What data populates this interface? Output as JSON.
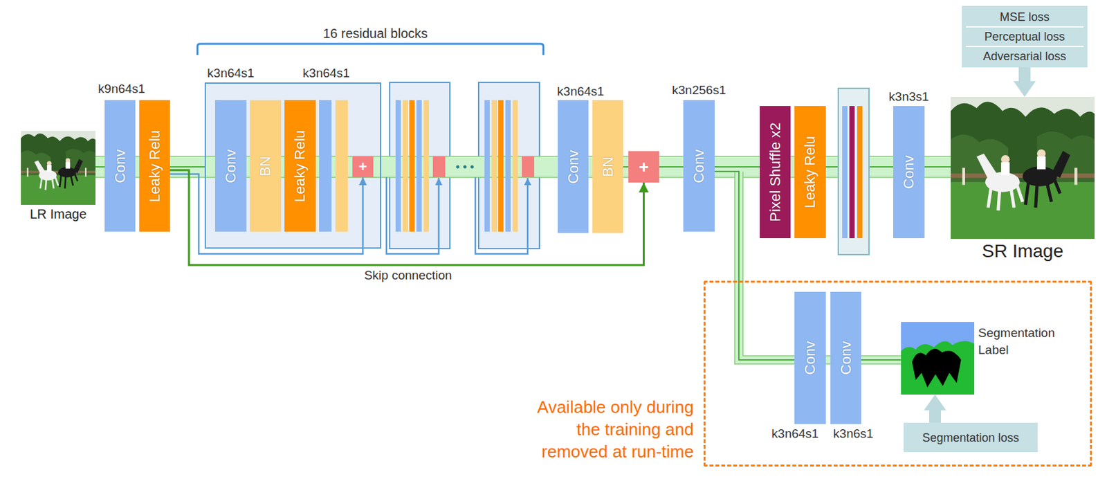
{
  "diagram": {
    "nodes": [
      {
        "text": [
          "LR Image"
        ]
      },
      {
        "text": [
          "Conv"
        ]
      },
      {
        "text": [
          "Leaky Relu"
        ]
      },
      {
        "text": []
      },
      {
        "text": [
          "Conv"
        ],
        "in": 3
      },
      {
        "text": [
          "BN"
        ],
        "in": 3
      },
      {
        "text": [
          "Leaky Relu"
        ],
        "in": 3
      },
      {
        "text": [
          "+"
        ],
        "in": 3
      },
      {
        "text": [
          "Conv"
        ]
      },
      {
        "text": [
          "BN"
        ]
      },
      {
        "text": [
          "+"
        ]
      },
      {
        "text": [
          "Conv"
        ]
      },
      {
        "text": [
          "Pixel Shuffle x2"
        ]
      },
      {
        "text": [
          "Leaky Relu"
        ]
      },
      {
        "text": [
          "Conv"
        ]
      },
      {
        "text": [
          "MSE loss",
          "Perceptual loss",
          "Adversarial loss"
        ]
      },
      {
        "text": [
          "SR Image"
        ]
      },
      {
        "text": [
          "Available only during the training and removed at run-time"
        ]
      },
      {
        "text": [
          "Conv"
        ],
        "in": 17
      },
      {
        "text": [
          "Conv"
        ],
        "in": 17
      },
      {
        "text": [
          "Segmentation Label"
        ],
        "in": 17
      },
      {
        "text": [
          "Segmentation loss"
        ],
        "in": 17
      }
    ],
    "edges": [
      {
        "from": 0,
        "to": 1,
        "arrow": "none"
      },
      {
        "from": 2,
        "to": 3,
        "arrow": "none"
      },
      {
        "from": 2,
        "to": 7,
        "arrow": "to"
      },
      {
        "from": 2,
        "to": 10,
        "arrow": "to",
        "label": "Skip connection"
      },
      {
        "from": 9,
        "to": 10,
        "arrow": "none"
      },
      {
        "from": 10,
        "to": 11,
        "arrow": "none"
      },
      {
        "from": 11,
        "to": 12,
        "arrow": "none"
      },
      {
        "from": 13,
        "to": 14,
        "arrow": "none"
      },
      {
        "from": 14,
        "to": 16,
        "arrow": "none"
      },
      {
        "from": 15,
        "to": 16,
        "arrow": "to"
      },
      {
        "from": 11,
        "to": 18,
        "arrow": "none"
      },
      {
        "from": 19,
        "to": 20,
        "arrow": "none"
      },
      {
        "from": 21,
        "to": 20,
        "arrow": "to"
      }
    ],
    "labels": [
      "16 residual blocks",
      "k9n64s1",
      "k3n64s1",
      "k3n64s1",
      "k3n64s1",
      "k3n256s1",
      "k3n3s1",
      "k3n64s1",
      "k3n6s1"
    ]
  }
}
